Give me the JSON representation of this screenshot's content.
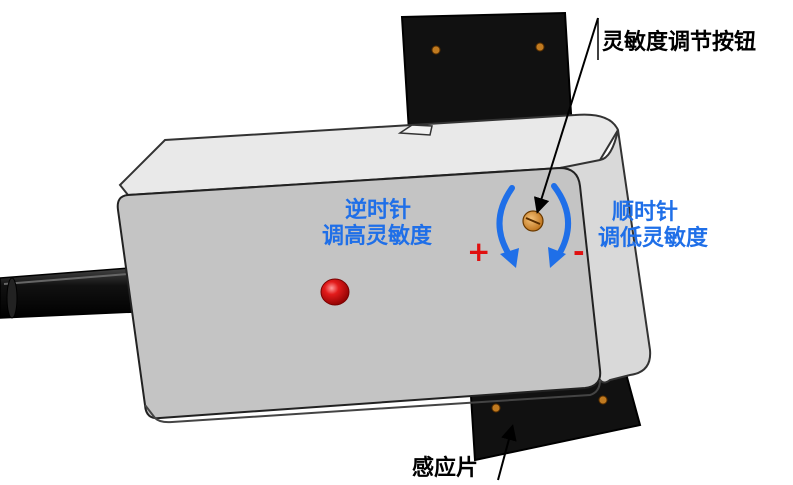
{
  "labels": {
    "sensitivity_knob": "灵敏度调节按钮",
    "ccw_line1": "逆时针",
    "ccw_line2": "调高灵敏度",
    "cw_line1": "顺时针",
    "cw_line2": "调低灵敏度",
    "plus_sign": "+",
    "minus_sign": "-",
    "sensing_plate": "感应片"
  },
  "colors": {
    "annotation_blue": "#1f6fe8",
    "sign_red": "#e01010",
    "housing_gray": "#c4c4c4",
    "plate_black": "#111111",
    "led_red": "#e31b1b",
    "screw_orange": "#d98a1e"
  },
  "icons": {
    "knob": "slotted-screw-icon",
    "led": "red-led-icon",
    "ccw_arrow": "counter-clockwise-arrow-icon",
    "cw_arrow": "clockwise-arrow-icon"
  }
}
